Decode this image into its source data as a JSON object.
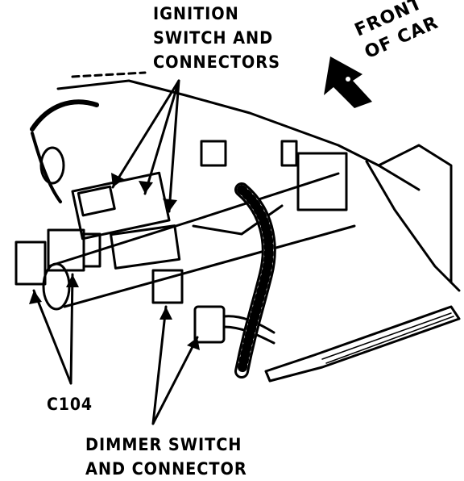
{
  "labels": {
    "ignition_line1": "IGNITION",
    "ignition_line2": "SWITCH AND",
    "ignition_line3": "CONNECTORS",
    "front_line1": "FRONT",
    "front_line2": "OF CAR",
    "c104": "C104",
    "dimmer_line1": "DIMMER SWITCH",
    "dimmer_line2": "AND CONNECTOR"
  },
  "colors": {
    "ink": "#000000",
    "paper": "#ffffff"
  }
}
